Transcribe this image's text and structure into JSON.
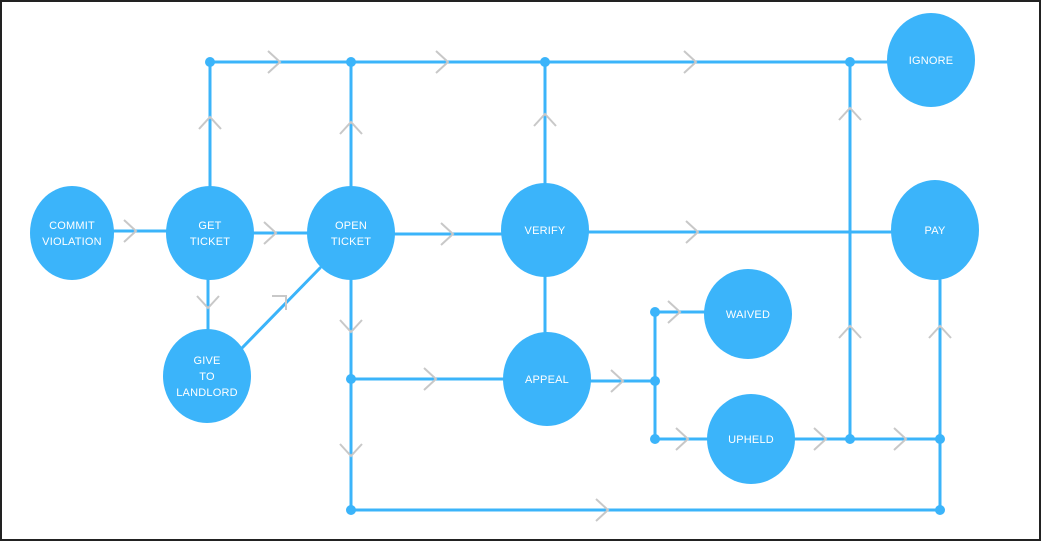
{
  "diagram": {
    "colors": {
      "node_fill": "#3bb4fa",
      "edge": "#3bb4fa",
      "arrow": "#c8c8c8",
      "label": "#ffffff"
    },
    "nodes": [
      {
        "id": "commit",
        "lines": [
          "COMMIT",
          "VIOLATION"
        ]
      },
      {
        "id": "get",
        "lines": [
          "GET",
          "TICKET"
        ]
      },
      {
        "id": "open",
        "lines": [
          "OPEN",
          "TICKET"
        ]
      },
      {
        "id": "verify",
        "lines": [
          "VERIFY"
        ]
      },
      {
        "id": "give",
        "lines": [
          "GIVE",
          "TO",
          "LANDLORD"
        ]
      },
      {
        "id": "appeal",
        "lines": [
          "APPEAL"
        ]
      },
      {
        "id": "waived",
        "lines": [
          "WAIVED"
        ]
      },
      {
        "id": "upheld",
        "lines": [
          "UPHELD"
        ]
      },
      {
        "id": "ignore",
        "lines": [
          "IGNORE"
        ]
      },
      {
        "id": "pay",
        "lines": [
          "PAY"
        ]
      }
    ],
    "edges": [
      {
        "from": "commit",
        "to": "get"
      },
      {
        "from": "get",
        "to": "open"
      },
      {
        "from": "get",
        "to": "ignore"
      },
      {
        "from": "get",
        "to": "give"
      },
      {
        "from": "give",
        "to": "open"
      },
      {
        "from": "open",
        "to": "verify"
      },
      {
        "from": "open",
        "to": "ignore"
      },
      {
        "from": "open",
        "to": "appeal"
      },
      {
        "from": "open",
        "to": "pay"
      },
      {
        "from": "verify",
        "to": "ignore"
      },
      {
        "from": "verify",
        "to": "pay"
      },
      {
        "from": "verify",
        "to": "appeal"
      },
      {
        "from": "appeal",
        "to": "waived"
      },
      {
        "from": "appeal",
        "to": "upheld"
      },
      {
        "from": "upheld",
        "to": "ignore"
      },
      {
        "from": "upheld",
        "to": "pay"
      }
    ]
  }
}
